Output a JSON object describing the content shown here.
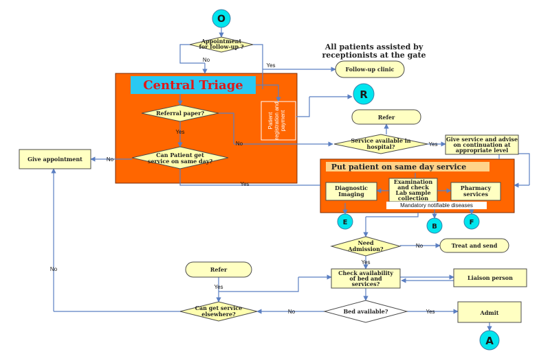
{
  "connectors": {
    "start": "O",
    "r": "R",
    "e": "E",
    "b": "B",
    "f": "F",
    "a": "A"
  },
  "header": {
    "note_line1": "All patients assisted by",
    "note_line2": "receptionists at the gate"
  },
  "triage": {
    "title": "Central Triage",
    "registration_line1": "Patient",
    "registration_line2": "registration and",
    "registration_line3": "payment"
  },
  "decisions": {
    "appointment_line1": "Appointment",
    "appointment_line2": "for follow-up ?",
    "referral": "Referral paper?",
    "same_day_line1": "Can Patient get",
    "same_day_line2": "service on same day?",
    "service_line1": "Service available in",
    "service_line2": "hospital?",
    "admission_line1": "Need",
    "admission_line2": "Admission?",
    "bed": "Bed available?",
    "elsewhere_line1": "Can get service",
    "elsewhere_line2": "elsewhere?"
  },
  "boxes": {
    "follow_up": "Follow-up clinic",
    "refer_top": "Refer",
    "refer_left": "Refer",
    "give_service_line1": "Give service and advise",
    "give_service_line2": "on continuation at",
    "give_service_line3": "appropriate level",
    "give_appointment": "Give appointment",
    "same_day_title": "Put patient on same day service",
    "diagnostic_line1": "Diagnostic",
    "diagnostic_line2": "Imaging",
    "exam_line1": "Examination",
    "exam_line2": "and check",
    "exam_line3": "Lab sample",
    "exam_line4": "collection",
    "pharmacy_line1": "Pharmacy",
    "pharmacy_line2": "services",
    "mandatory": "Mandatory notifiable diseases",
    "treat": "Treat and send",
    "check_bed_line1": "Check availability",
    "check_bed_line2": "of bed and",
    "check_bed_line3": "services?",
    "liaison": "Liaison person",
    "admit": "Admit"
  },
  "labels": {
    "no": "No",
    "yes": "Yes"
  },
  "colors": {
    "orange": "#ff6600",
    "cyan": "#00e5ee",
    "cream": "#ffffc2",
    "diamond": "#ffffb0",
    "title_bg": "#29c9f2",
    "gold": "#ffd38a",
    "connector_line": "#5b7fc2",
    "title_red": "#e01818"
  }
}
